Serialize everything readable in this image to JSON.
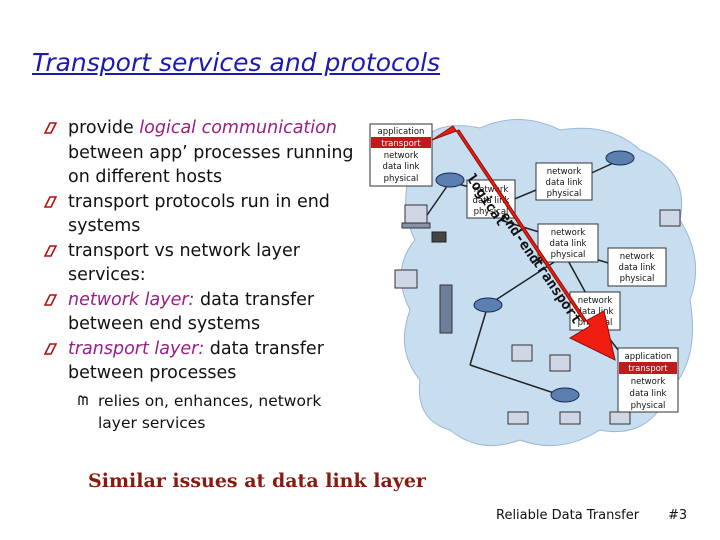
{
  "slide": {
    "title": "Transport services and protocols",
    "bullets": [
      {
        "em": "provide ",
        "hl": "logical communication",
        "rest": " between app’ processes running on different hosts"
      },
      {
        "text": "transport protocols run in end systems"
      },
      {
        "text": "transport vs network layer services:"
      },
      {
        "hl": "network layer:",
        "rest": " data transfer between end systems"
      },
      {
        "hl": "transport layer:",
        "rest": " data transfer between processes"
      }
    ],
    "sub_bullet": "relies on, enhances, network layer services",
    "footer_note": "Similar issues at data link layer",
    "course_name": "Reliable Data Transfer",
    "slide_number": "#3"
  },
  "diagram": {
    "arrow_label_1": "logical",
    "arrow_label_2": "end-end",
    "arrow_label_3": "transport",
    "layers": {
      "application": "application",
      "transport": "transport",
      "network": "network",
      "data_link": "data link",
      "physical": "physical"
    }
  }
}
